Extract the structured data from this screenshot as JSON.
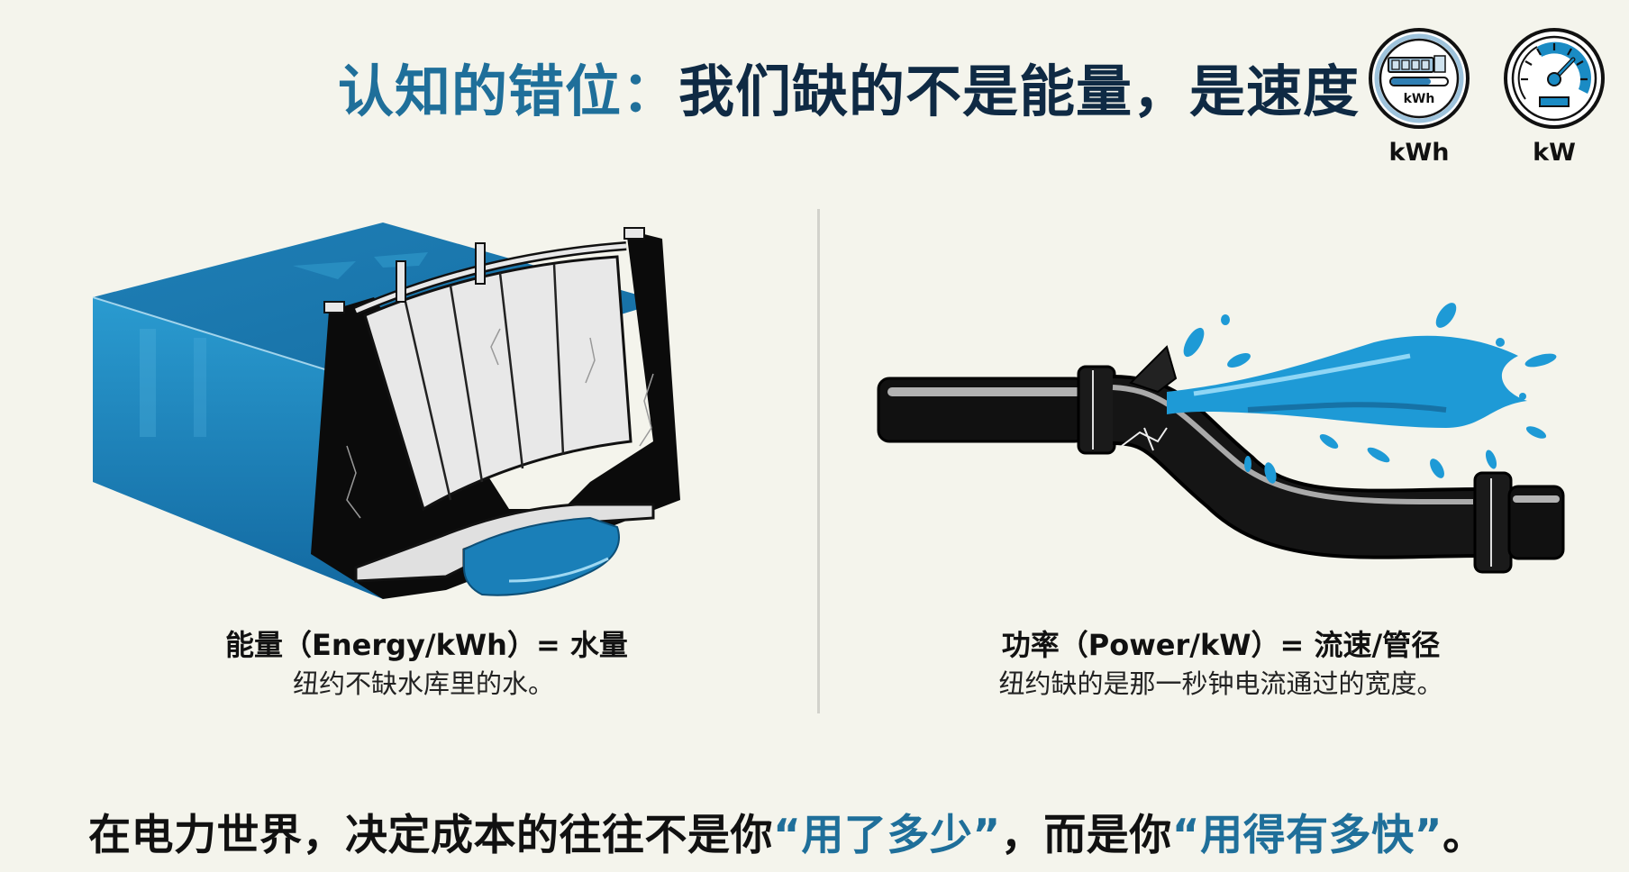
{
  "title": {
    "accent": "认知的错位：",
    "main": "我们缺的不是能量，是速度"
  },
  "meters": [
    {
      "icon": "energy-meter-icon",
      "inner_label": "kWh",
      "digits": "0000",
      "label": "kWh"
    },
    {
      "icon": "speedometer-icon",
      "label": "kW"
    }
  ],
  "left_panel": {
    "illustration": "dam-reservoir",
    "title": "能量（Energy/kWh）= 水量",
    "subtitle": "纽约不缺水库里的水。"
  },
  "right_panel": {
    "illustration": "burst-pipe",
    "title": "功率（Power/kW）= 流速/管径",
    "subtitle": "纽约缺的是那一秒钟电流通过的宽度。"
  },
  "bottom_line": {
    "part1": "在电力世界，决定成本的往往不是你",
    "highlight1": "“用了多少”",
    "part2": "，而是你",
    "highlight2": "“用得有多快”",
    "part3": "。"
  },
  "colors": {
    "background": "#f4f4ec",
    "accent_blue": "#1f6f9a",
    "title_navy": "#0f2a44",
    "water_blue": "#1a8bc4"
  }
}
